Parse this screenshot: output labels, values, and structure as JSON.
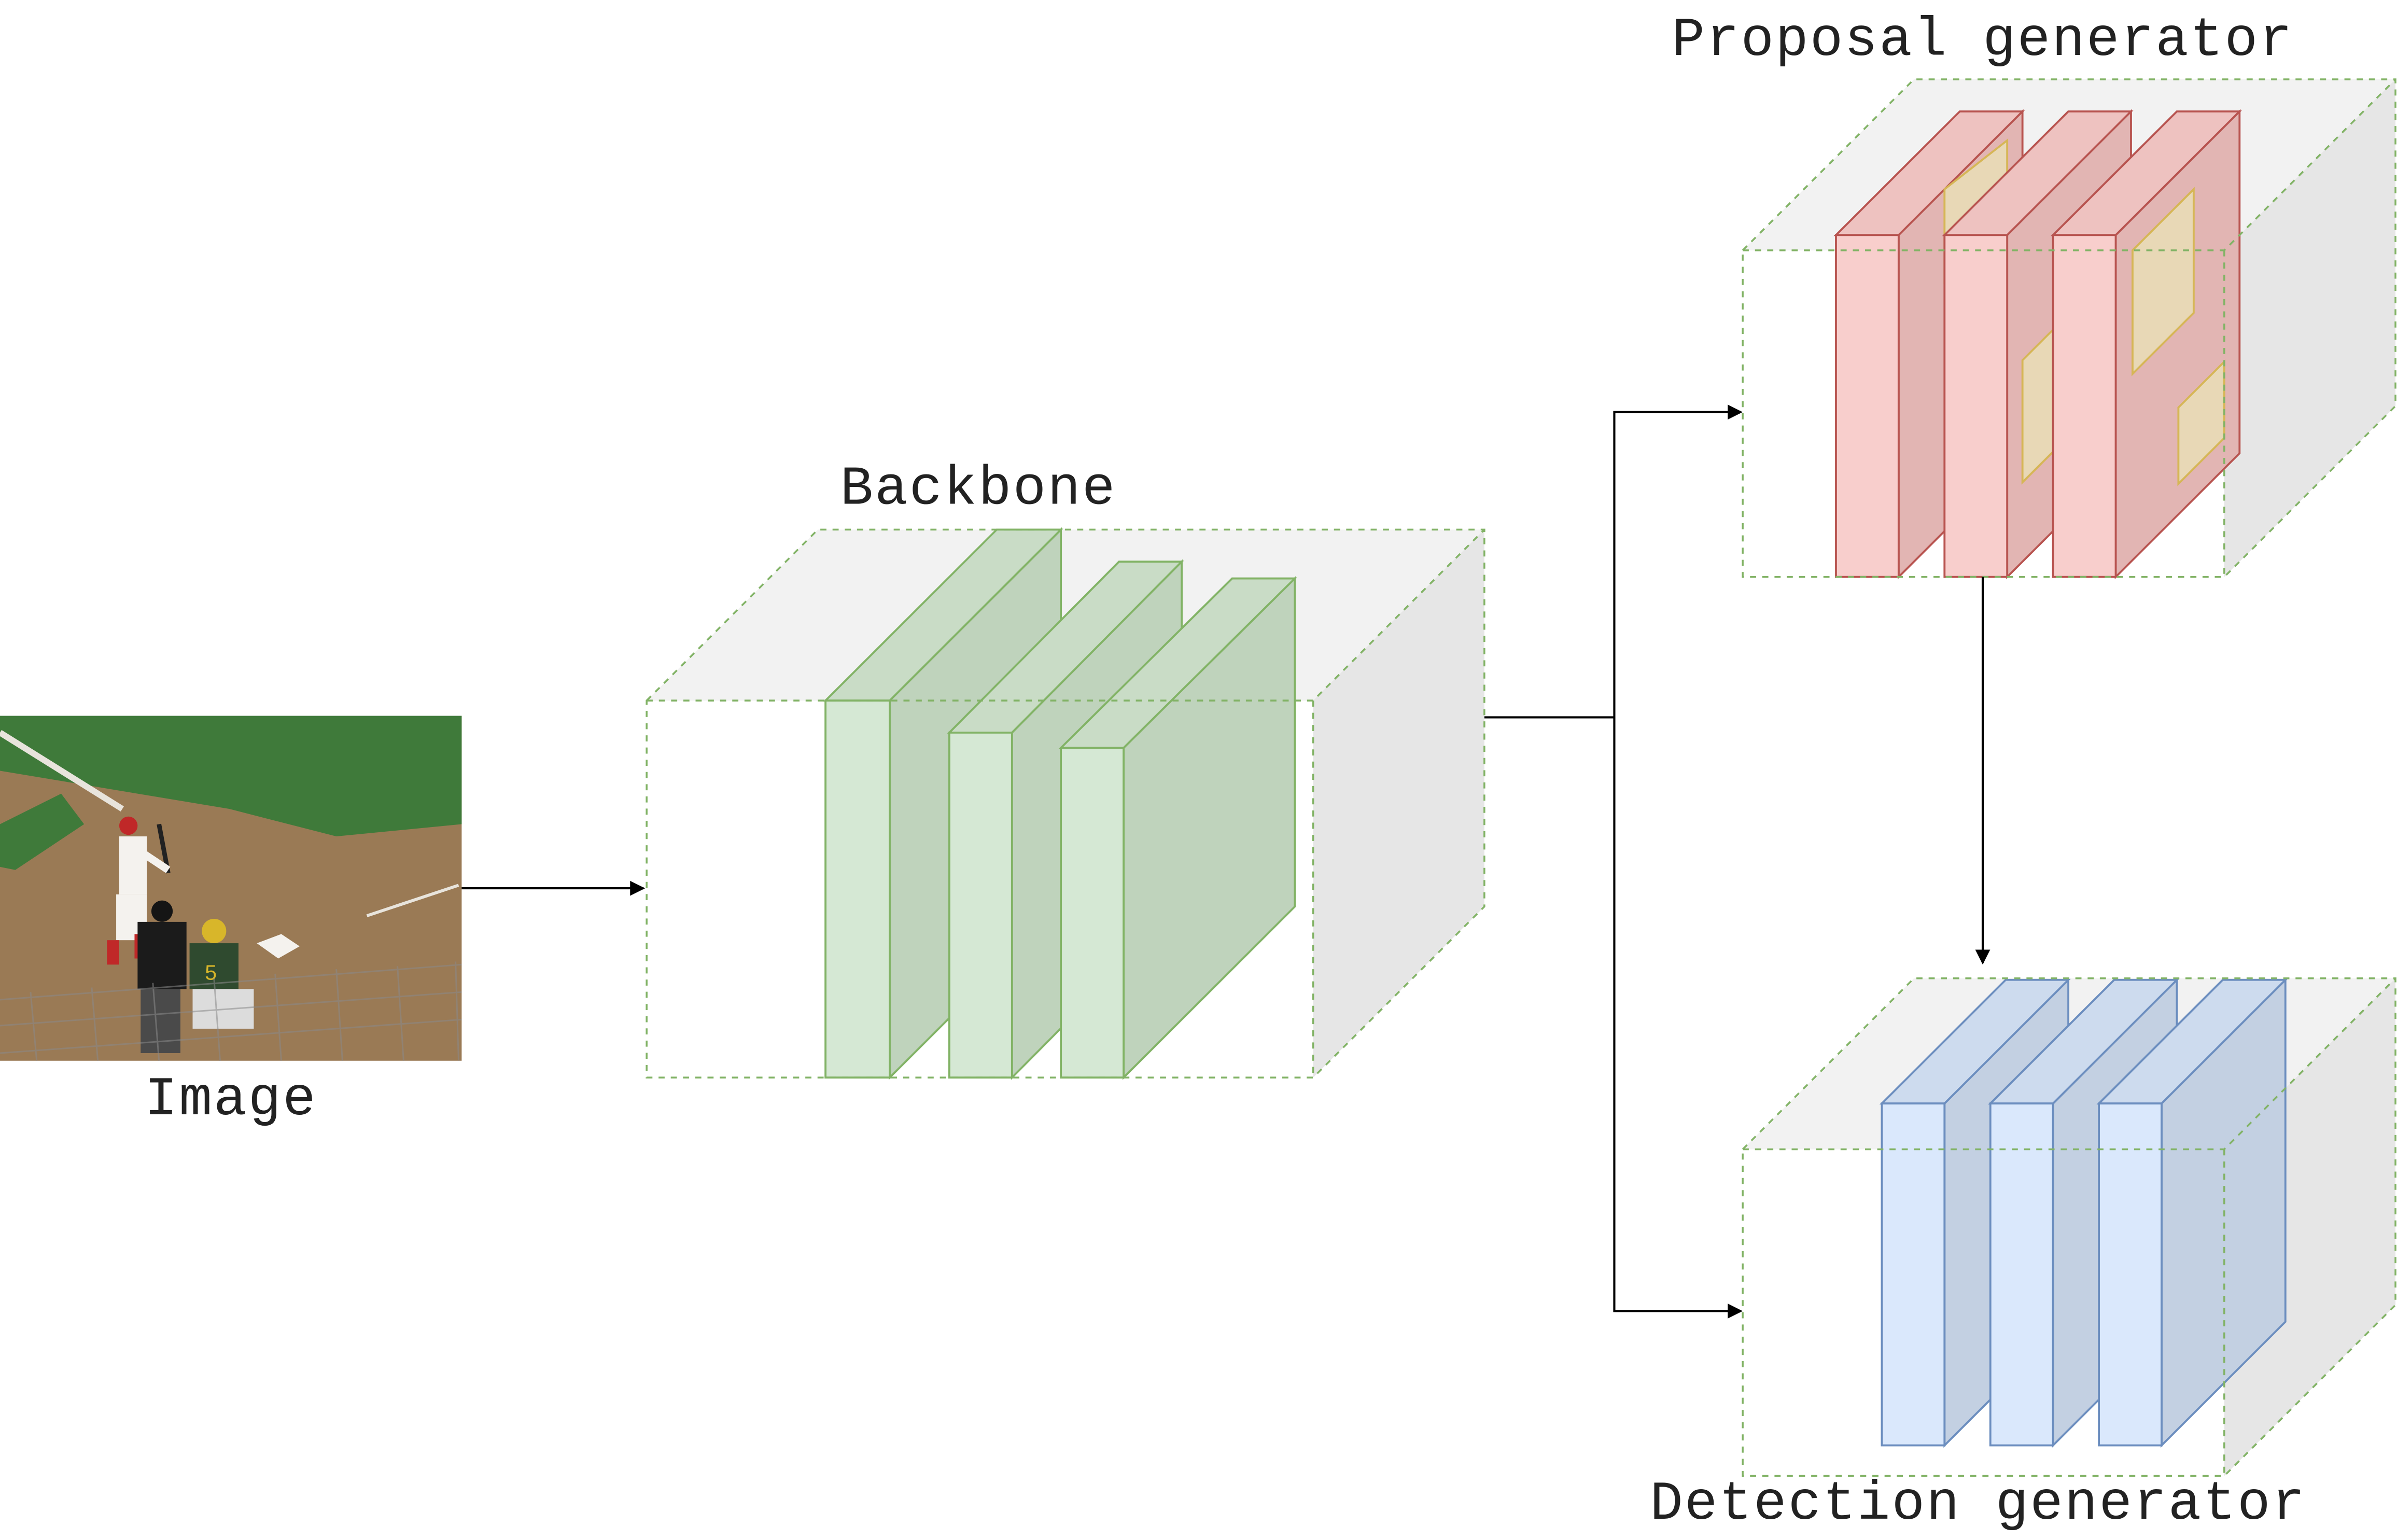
{
  "labels": {
    "image": "Image",
    "backbone": "Backbone",
    "proposal": "Proposal generator",
    "detection": "Detection generator"
  },
  "colors": {
    "backbone_fill": "#d5e8d4",
    "backbone_stroke": "#82b366",
    "proposal_fill": "#f8cecc",
    "proposal_stroke": "#b85450",
    "proposal_box_fill": "#fff2cc",
    "proposal_box_stroke": "#d6b656",
    "detection_fill": "#dae8fc",
    "detection_stroke": "#6c8ebf",
    "container_top": "#f2f2f2",
    "container_side": "#e6e6e6",
    "container_outline": "#82b366",
    "grass": "#3f7a3a",
    "dirt": "#9a7a55"
  },
  "image_content": {
    "scene": "baseball-game-photo",
    "jersey_number": "5"
  }
}
